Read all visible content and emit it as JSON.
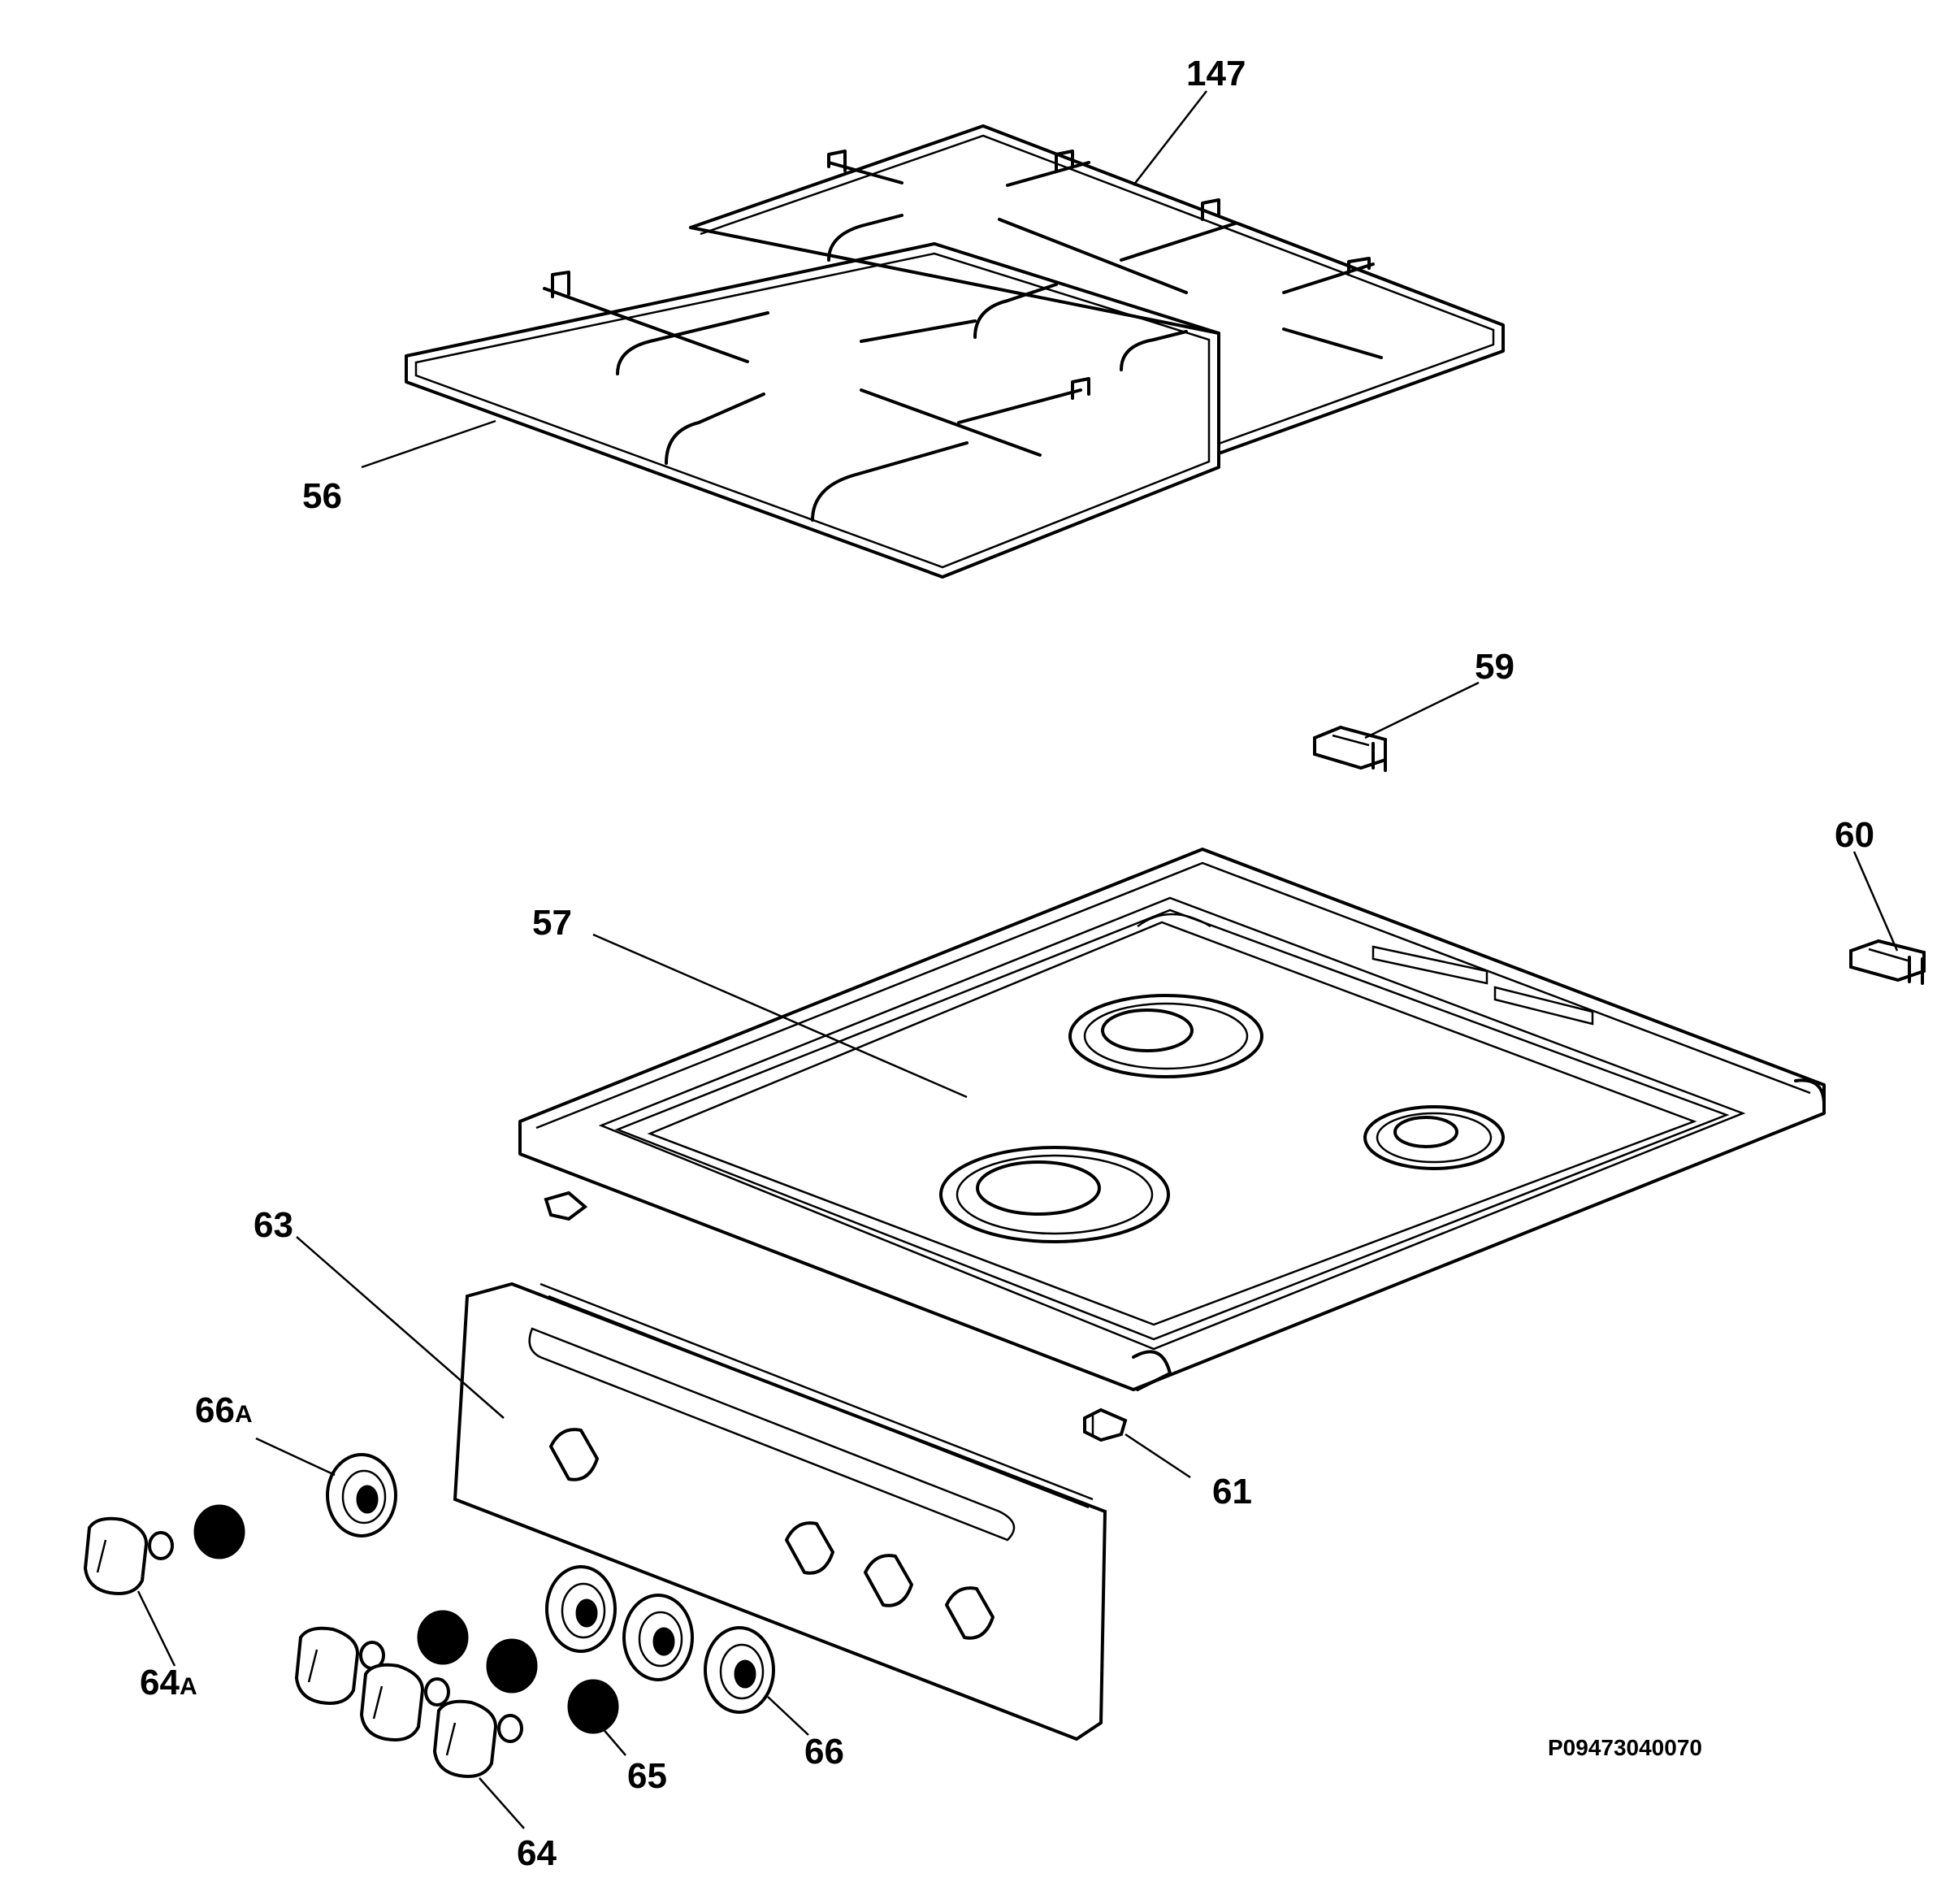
{
  "callouts": {
    "c147": "147",
    "c56": "56",
    "c59": "59",
    "c60": "60",
    "c57": "57",
    "c63": "63",
    "c66a_num": "66",
    "c66a_suffix": "A",
    "c61": "61",
    "c64a_num": "64",
    "c64a_suffix": "A",
    "c65": "65",
    "c66": "66",
    "c64": "64"
  },
  "drawing_code": "P09473040070"
}
